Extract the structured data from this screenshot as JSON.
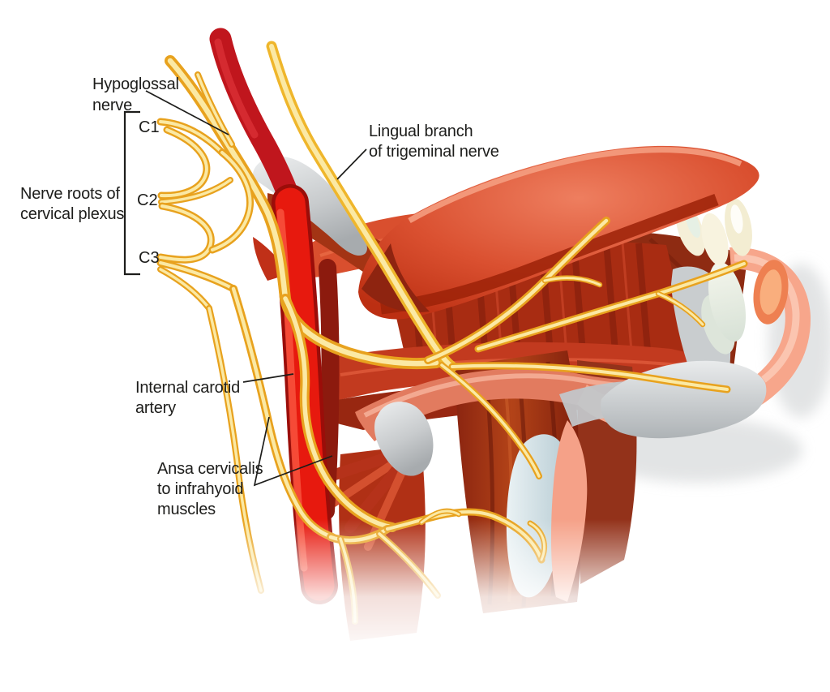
{
  "illustration": {
    "labels": {
      "hypoglossal_nerve": [
        "Hypoglossal",
        "nerve"
      ],
      "nerve_roots": [
        "Nerve roots of",
        "cervical plexus"
      ],
      "root_c1": "C1",
      "root_c2": "C2",
      "root_c3": "C3",
      "lingual_branch": [
        "Lingual branch",
        "of trigeminal nerve"
      ],
      "internal_carotid": [
        "Internal carotid",
        "artery"
      ],
      "ansa_cervicalis": [
        "Ansa cervicalis",
        "to infrahyoid",
        "muscles"
      ]
    },
    "colors": {
      "nerve_gold": "#E8A21E",
      "nerve_highlight": "#FBE9A4",
      "artery": "#E7190E",
      "artery_dark": "#C0161D",
      "muscle_red": "#C13A1F",
      "muscle_dark": "#8E2B12",
      "tongue": "#D94E2E",
      "bone_gray": "#C9CCCE",
      "cartilage_blue": "#D9E5E9",
      "skin_peach": "#F7A68B",
      "teeth_cream": "#F6F0D8",
      "label_text": "#1D1D1B"
    }
  }
}
